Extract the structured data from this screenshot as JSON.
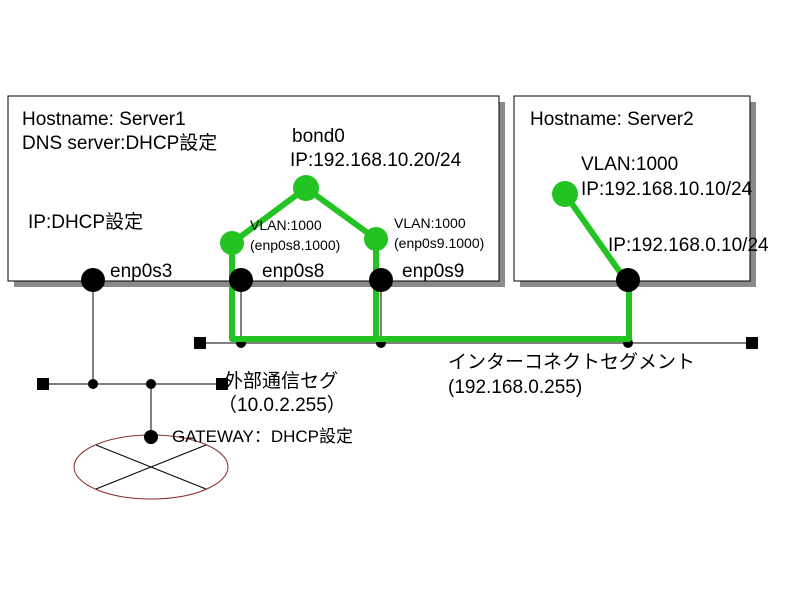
{
  "server1": {
    "hostname": "Hostname:  Server1",
    "dns": "DNS server:DHCP設定",
    "ip": "IP:DHCP設定",
    "nic1": "enp0s3",
    "nic2": "enp0s8",
    "nic3": "enp0s9"
  },
  "bond": {
    "name": "bond0",
    "ip": "IP:192.168.10.20/24"
  },
  "vlan_left": {
    "line1": "VLAN:1000",
    "line2": "(enp0s8.1000)"
  },
  "vlan_right": {
    "line1": "VLAN:1000",
    "line2": "(enp0s9.1000)"
  },
  "server2": {
    "hostname": "Hostname:  Server2",
    "vlan": "VLAN:1000",
    "vlan_ip": "IP:192.168.10.10/24",
    "ip": "IP:192.168.0.10/24"
  },
  "segments": {
    "external_name": "外部通信セグ",
    "external_addr": "（10.0.2.255）",
    "interconnect_name": "インターコネクトセグメント",
    "interconnect_addr": "(192.168.0.255)"
  },
  "gateway": "GATEWAY：DHCP設定",
  "colors": {
    "vlan_path": "#22c322",
    "router_outline": "#8b2b2b",
    "shadow": "#888888"
  }
}
